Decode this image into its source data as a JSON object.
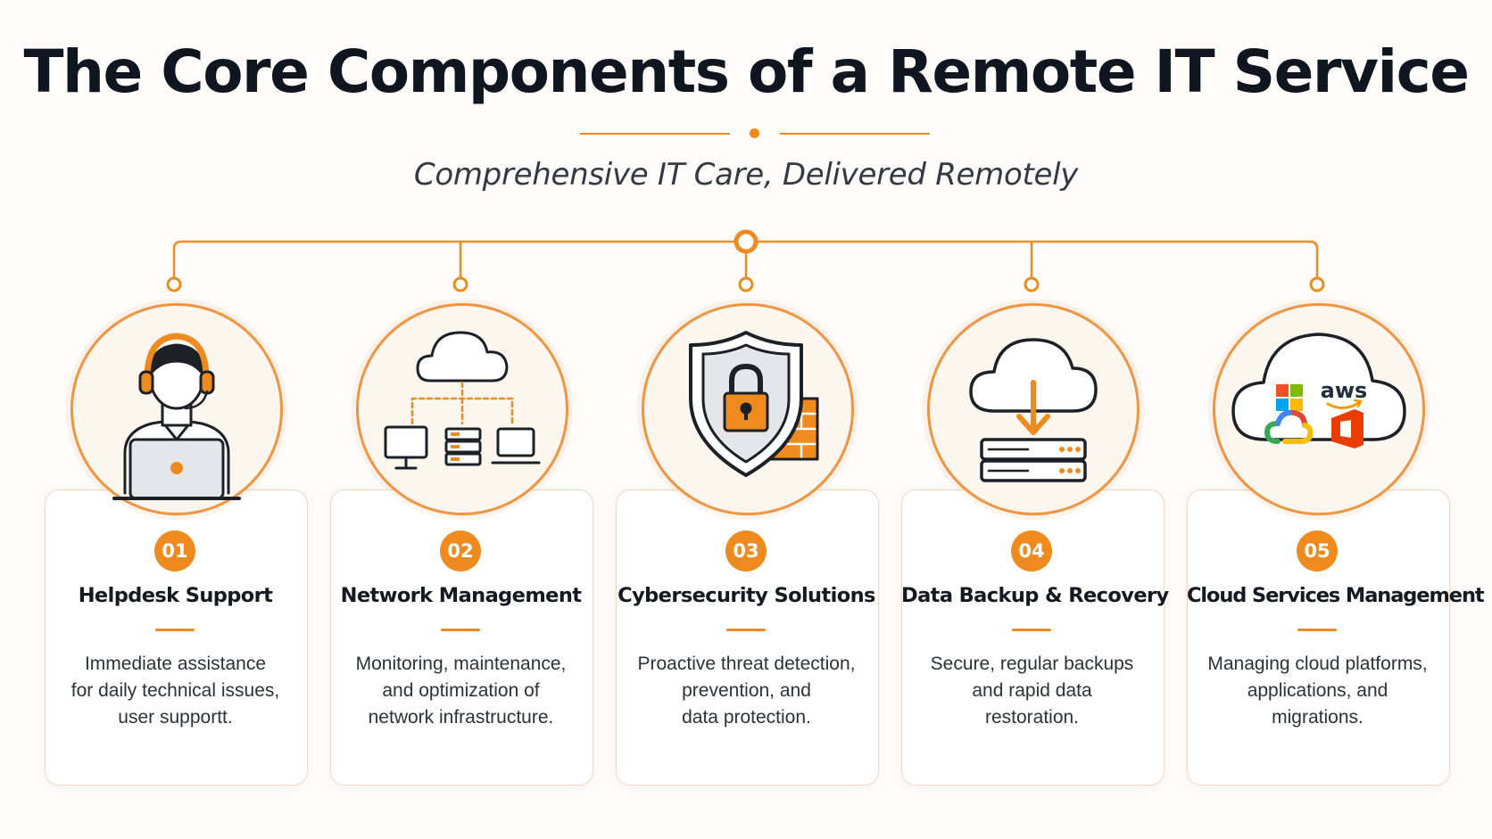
{
  "header": {
    "title": "The Core Components of a Remote IT Service",
    "subtitle": "Comprehensive IT Care, Delivered Remotely"
  },
  "colors": {
    "accent": "#ef8a1e",
    "text": "#141922",
    "card_border": "#f1d8c3"
  },
  "components": [
    {
      "number": "01",
      "title": "Helpdesk Support",
      "description": [
        "Immediate assistance",
        "for daily technical issues,",
        "user supportt."
      ],
      "icon": "headset-agent-laptop-icon"
    },
    {
      "number": "02",
      "title": "Network Management",
      "description": [
        "Monitoring, maintenance,",
        "and optimization of",
        "network infrastructure."
      ],
      "icon": "cloud-network-devices-icon"
    },
    {
      "number": "03",
      "title": "Cybersecurity Solutions",
      "description": [
        "Proactive threat detection,",
        "prevention, and",
        "data protection."
      ],
      "icon": "shield-lock-firewall-icon"
    },
    {
      "number": "04",
      "title": "Data Backup & Recovery",
      "description": [
        "Secure, regular backups",
        "and rapid data",
        "restoration."
      ],
      "icon": "cloud-backup-server-icon"
    },
    {
      "number": "05",
      "title": "Cloud Services Management",
      "description": [
        "Managing cloud platforms,",
        "applications, and",
        "migrations."
      ],
      "icon": "cloud-platforms-icon",
      "brand_logo_text": "aws"
    }
  ]
}
